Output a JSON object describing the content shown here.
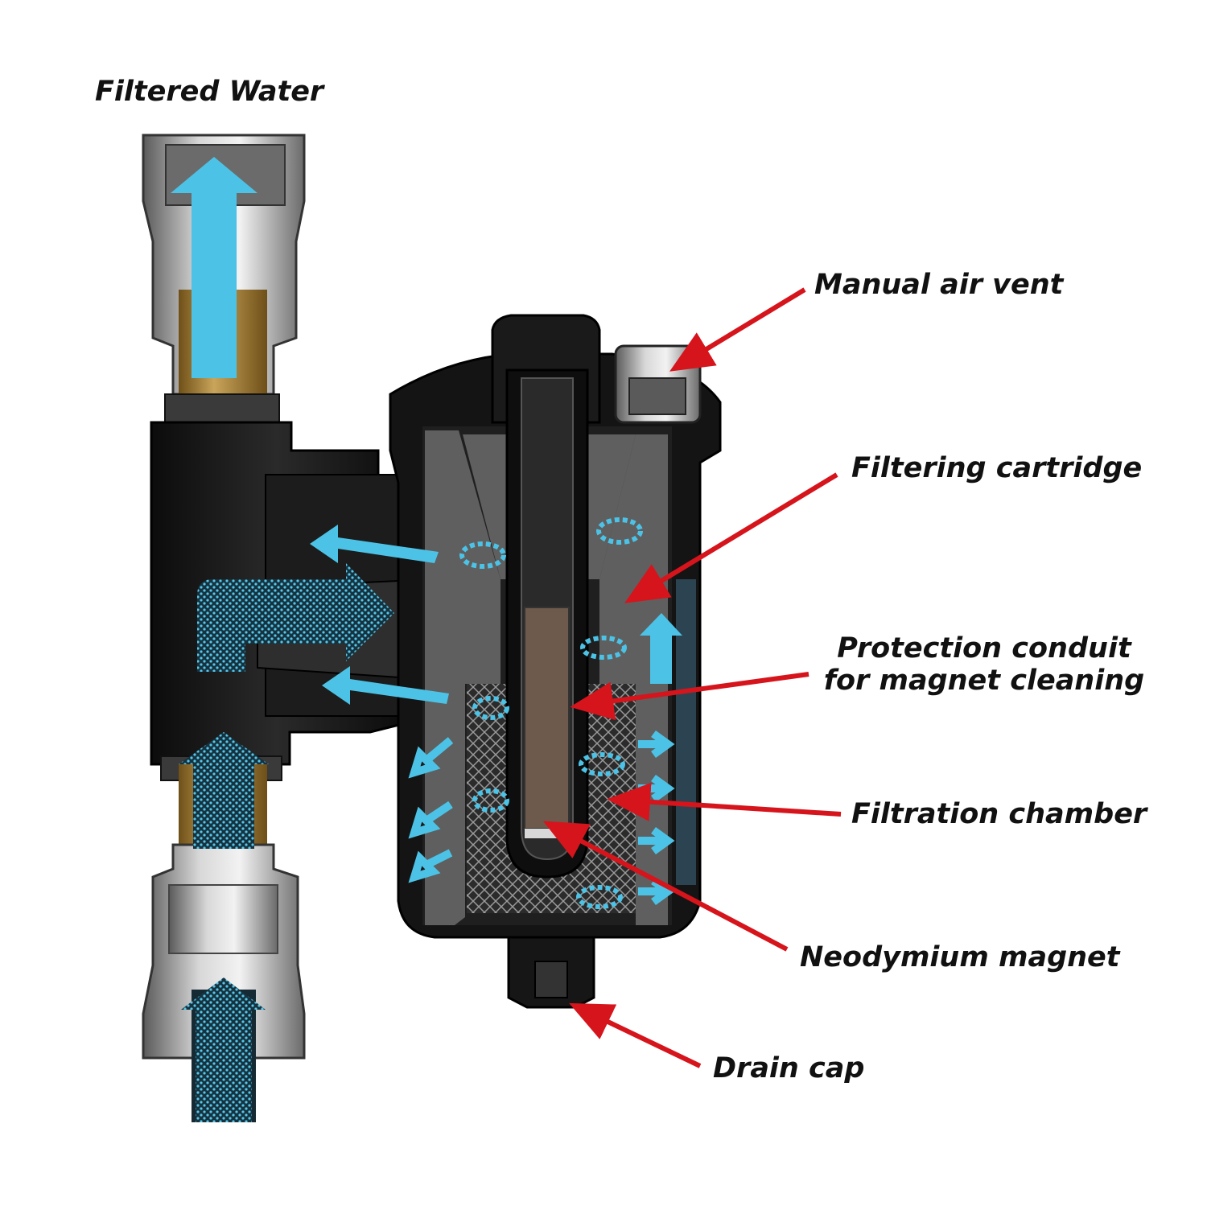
{
  "title": "Filtered Water",
  "labels": {
    "manual_air_vent": "Manual air vent",
    "filtering_cartridge": "Filtering cartridge",
    "protection_conduit_line1": "Protection conduit",
    "protection_conduit_line2": "for magnet cleaning",
    "filtration_chamber": "Filtration chamber",
    "neodymium_magnet": "Neodymium magnet",
    "drain_cap": "Drain cap"
  },
  "colors": {
    "callout_arrow": "#d6141c",
    "flow_arrow": "#4cc3e6",
    "body_black": "#151515",
    "brass": "#b08a3c",
    "chrome": "#9a9a9a"
  }
}
